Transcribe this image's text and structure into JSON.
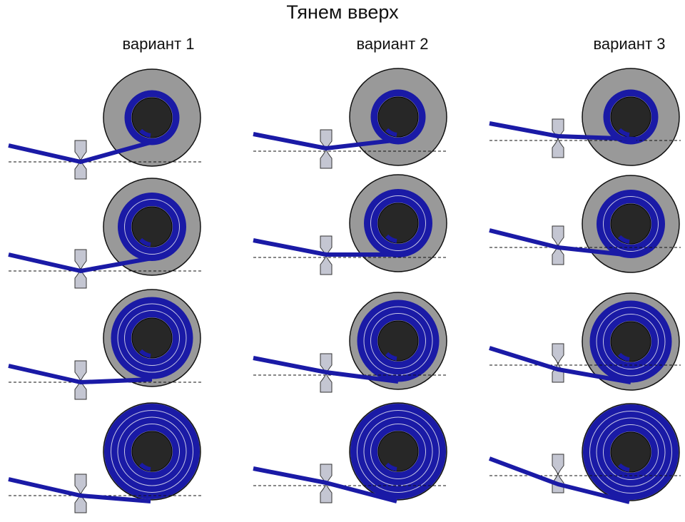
{
  "header": {
    "title": "Тянем вверх"
  },
  "columns": [
    {
      "label": "вариант 1"
    },
    {
      "label": "вариант 2"
    },
    {
      "label": "вариант 3"
    }
  ],
  "rows": 4,
  "colors": {
    "spool": "#999999",
    "hub": "#272727",
    "tape": "#1a1aa6",
    "guide": "#c4c6d2"
  }
}
